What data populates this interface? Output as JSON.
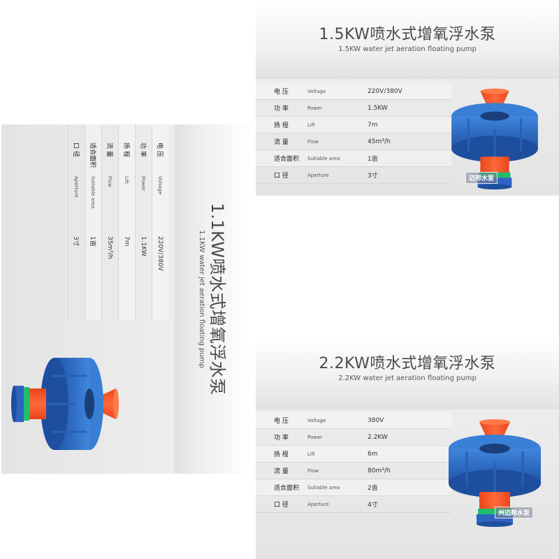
{
  "cards": [
    {
      "id": "card_1_1kw",
      "title": "1.1KW喷水式增氧浮水泵",
      "subtitle": "1.1KW water jet aeration floating pump",
      "rows": [
        {
          "cn": "电  压",
          "en": "Voltage",
          "value": "220V/380V"
        },
        {
          "cn": "功  率",
          "en": "Power",
          "value": "1.1KW"
        },
        {
          "cn": "扬  程",
          "en": "Lift",
          "value": "7m"
        },
        {
          "cn": "流  量",
          "en": "Flow",
          "value": "35m³/h"
        },
        {
          "cn": "适合面积",
          "en": "Suitable area",
          "value": "1亩"
        },
        {
          "cn": "口  径",
          "en": "Aperture",
          "value": "3寸"
        }
      ]
    },
    {
      "id": "card_1_5kw",
      "title": "1.5KW喷水式增氧浮水泵",
      "subtitle": "1.5KW water jet aeration floating pump",
      "rows": [
        {
          "cn": "电  压",
          "en": "Voltage",
          "value": "220V/380V"
        },
        {
          "cn": "功  率",
          "en": "Power",
          "value": "1.5KW"
        },
        {
          "cn": "扬  程",
          "en": "Lift",
          "value": "7m"
        },
        {
          "cn": "流  量",
          "en": "Flow",
          "value": "45m³/h"
        },
        {
          "cn": "适合面积",
          "en": "Sutiable area",
          "value": "1亩"
        },
        {
          "cn": "口  径",
          "en": "Aperture",
          "value": "3寸"
        }
      ],
      "watermark": "迈邦水泵"
    },
    {
      "id": "card_2_2kw",
      "title": "2.2KW喷水式增氧浮水泵",
      "subtitle": "2.2KW water jet aeration floating pump",
      "rows": [
        {
          "cn": "电  压",
          "en": "Voltage",
          "value": "380V"
        },
        {
          "cn": "功  率",
          "en": "Power",
          "value": "2.2KW"
        },
        {
          "cn": "扬  程",
          "en": "Lift",
          "value": "6m"
        },
        {
          "cn": "流  量",
          "en": "Flow",
          "value": "80m³/h"
        },
        {
          "cn": "适合面积",
          "en": "Sutiable area",
          "value": "2亩"
        },
        {
          "cn": "口  径",
          "en": "Aperture",
          "value": "4寸"
        }
      ],
      "watermark": "州迈邦水泵"
    }
  ],
  "colors": {
    "pump_blue": "#2f6fc4",
    "pump_orange": "#f2552a",
    "pump_green": "#19c06a"
  }
}
